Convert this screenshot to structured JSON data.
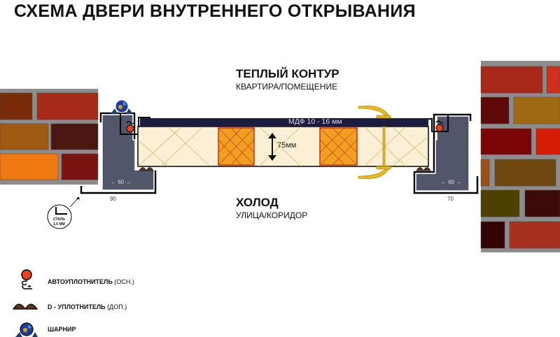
{
  "title": "СХЕМА ДВЕРИ ВНУТРЕННЕГО ОТКРЫВАНИЯ",
  "warm": {
    "heading": "ТЕПЛЫЙ КОНТУР",
    "sub": "КВАРТИРА/ПОМЕЩЕНИЕ"
  },
  "cold": {
    "heading": "ХОЛОД",
    "sub": "УЛИЦА/КОРИДОР"
  },
  "door": {
    "mdf_label": "МДФ 10 - 16 мм",
    "thickness_label": "75мм"
  },
  "dimensions": {
    "left_inner": "← 60 →",
    "left_outer": "90",
    "right_inner": "← 60 →",
    "right_outer": "70"
  },
  "steel_callout": {
    "line1": "СТАЛЬ",
    "line2": "1,5 ММ"
  },
  "legend": [
    {
      "icon": "auto-seal-icon",
      "bold": "АВТОУПЛОТНИТЕЛЬ",
      "normal": "(ОСН.)"
    },
    {
      "icon": "d-seal-icon",
      "bold": "D - УПЛОТНИТЕЛЬ",
      "normal": "(ДОП.)"
    },
    {
      "icon": "hinge-icon",
      "bold": "ШАРНИР",
      "normal": ""
    }
  ],
  "colors": {
    "frame": "#52566a",
    "door_core": "#fbf0d6",
    "mdf": "#1c1c3c",
    "block": "#f0a020",
    "handle": "#e8b818",
    "seal": "#f04020",
    "hinge": "#1c3c9c"
  }
}
